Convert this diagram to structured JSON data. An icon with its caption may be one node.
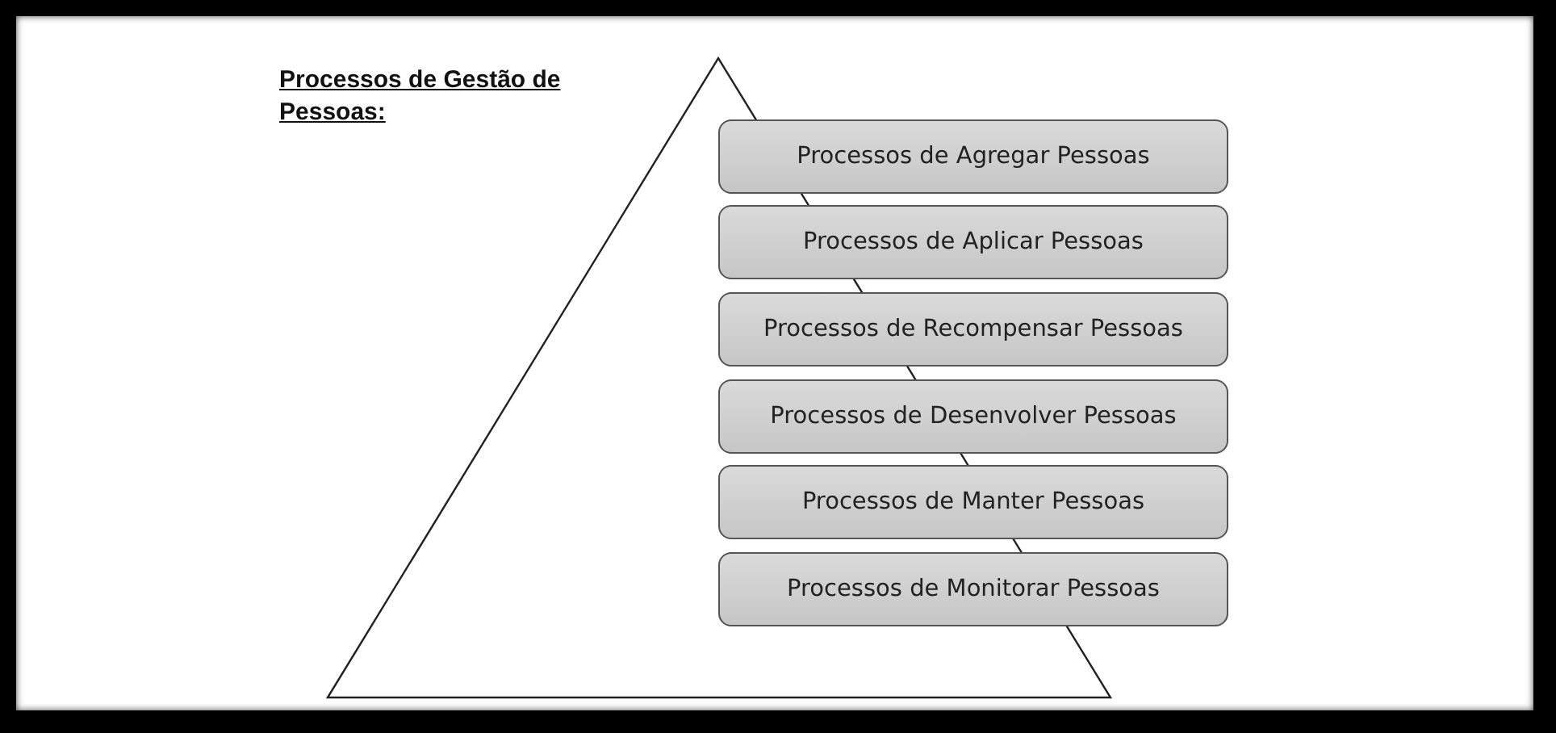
{
  "diagram": {
    "title": "Processos de Gestão de Pessoas:",
    "nodes": [
      {
        "text": [
          "Processos de Agregar Pessoas"
        ]
      },
      {
        "text": [
          "Processos de Aplicar Pessoas"
        ]
      },
      {
        "text": [
          "Processos de Recompensar Pessoas"
        ]
      },
      {
        "text": [
          "Processos de Desenvolver Pessoas"
        ]
      },
      {
        "text": [
          "Processos de Manter Pessoas"
        ]
      },
      {
        "text": [
          "Processos de Monitorar Pessoas"
        ]
      }
    ]
  }
}
